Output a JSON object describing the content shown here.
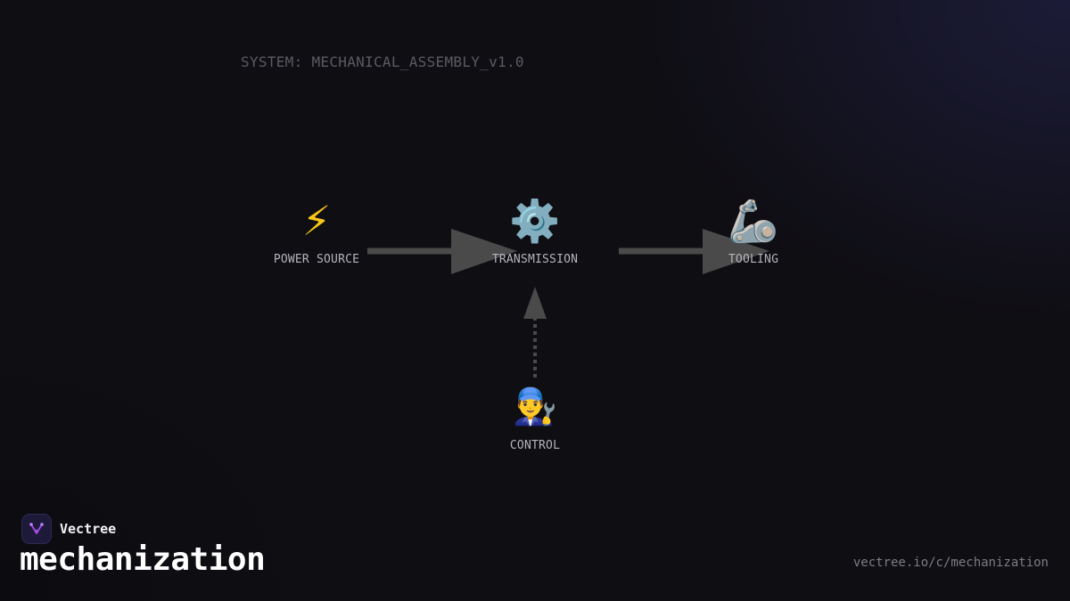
{
  "diagram": {
    "system_label": "SYSTEM: MECHANICAL_ASSEMBLY_v1.0",
    "nodes": [
      {
        "id": "power-source",
        "label": "POWER SOURCE",
        "icon": "⚡",
        "icon_name": "lightning-bolt-icon"
      },
      {
        "id": "transmission",
        "label": "TRANSMISSION",
        "icon": "⚙️",
        "icon_name": "gear-icon"
      },
      {
        "id": "tooling",
        "label": "TOOLING",
        "icon": "🦾",
        "icon_name": "robotic-arm-icon"
      },
      {
        "id": "control",
        "label": "CONTROL",
        "icon": "👨‍🔧",
        "icon_name": "mechanic-icon"
      }
    ],
    "edges": [
      {
        "from": "power-source",
        "to": "transmission",
        "style": "solid"
      },
      {
        "from": "transmission",
        "to": "tooling",
        "style": "solid"
      },
      {
        "from": "control",
        "to": "transmission",
        "style": "dotted"
      }
    ],
    "colors": {
      "background": "#0f0e13",
      "arrow": "#4a4a4a",
      "label": "#b4b4bc",
      "system_label": "#5a5a62"
    }
  },
  "footer": {
    "brand_name": "Vectree",
    "title": "mechanization",
    "url": "vectree.io/c/mechanization",
    "brand_accent": "#a64ce6"
  }
}
